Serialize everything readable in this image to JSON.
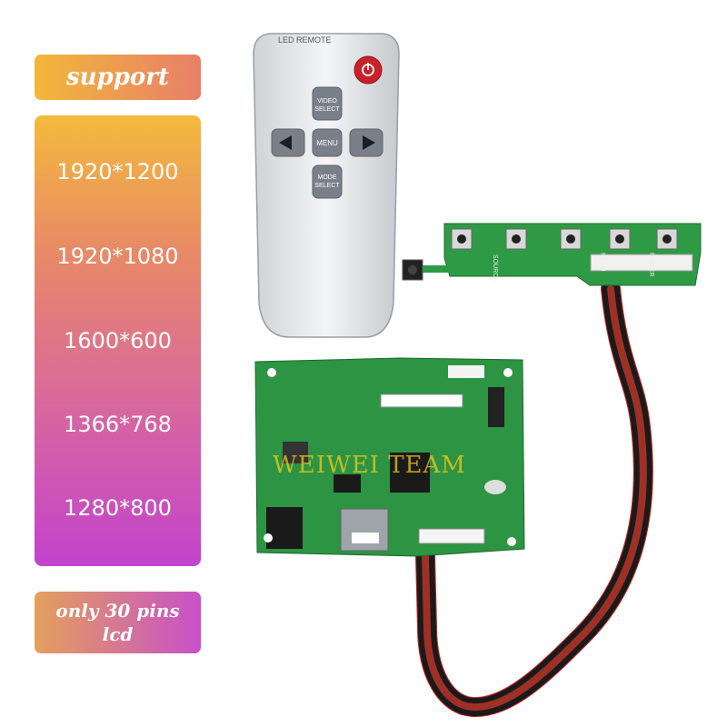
{
  "support_label": "support",
  "resolutions": [
    "1920*1200",
    "1920*1080",
    "1600*600",
    "1366*768",
    "1280*800"
  ],
  "pins_note": [
    "only 30 pins",
    "lcd"
  ],
  "remote": {
    "brand_label": "LED REMOTE",
    "buttons": {
      "video_select": [
        "VIDEO",
        "SELECT"
      ],
      "menu": "MENU",
      "mode_select": [
        "MODE",
        "SELECT"
      ]
    }
  },
  "keypad_labels": [
    "SOURCE",
    "MENU",
    "POWER"
  ],
  "watermark": "WEIWEI TEAM"
}
